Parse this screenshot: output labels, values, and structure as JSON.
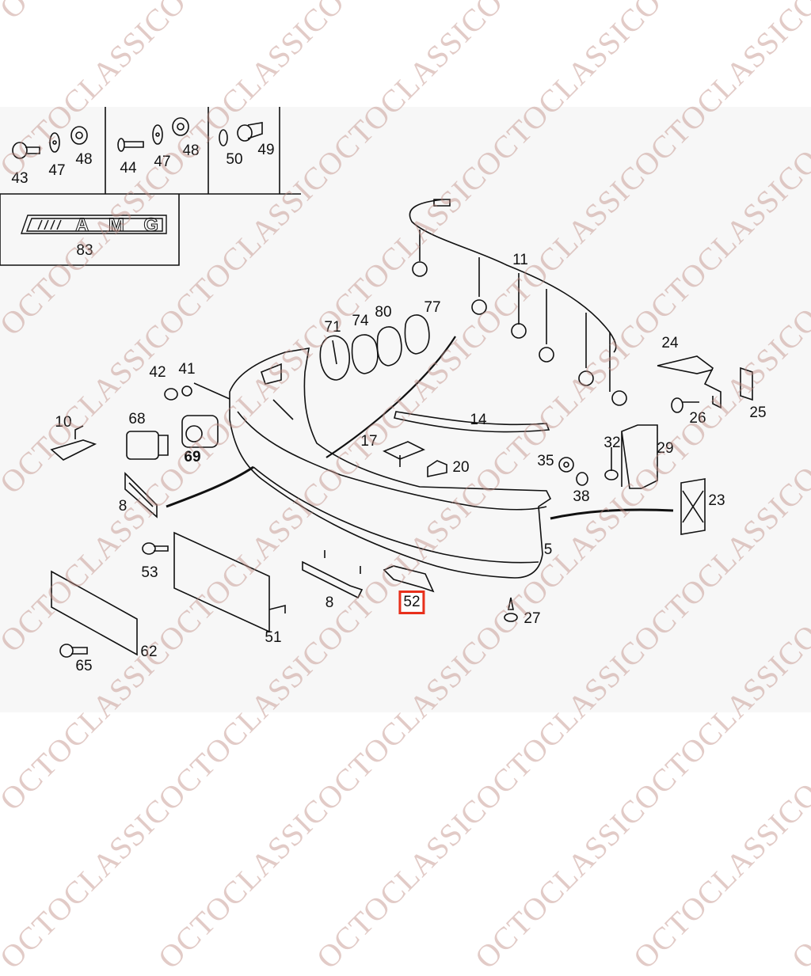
{
  "watermark": "OCTOCLASSIC",
  "highlight_color": "#e8301c",
  "hardware_boxes": [
    {
      "labels": [
        "43",
        "47",
        "48"
      ]
    },
    {
      "labels": [
        "44",
        "47",
        "48"
      ]
    },
    {
      "labels": [
        "50",
        "49"
      ]
    }
  ],
  "emblem": {
    "logo_text": "AMG",
    "label": "83"
  },
  "parts": {
    "p11": "11",
    "p71": "71",
    "p74": "74",
    "p80": "80",
    "p77": "77",
    "p24": "24",
    "p42": "42",
    "p41": "41",
    "p10": "10",
    "p68": "68",
    "p69": "69",
    "p14": "14",
    "p17": "17",
    "p32": "32",
    "p29": "29",
    "p26": "26",
    "p25": "25",
    "p35": "35",
    "p20": "20",
    "p38": "38",
    "p23": "23",
    "p8a": "8",
    "p5": "5",
    "p53": "53",
    "p8b": "8",
    "p52": "52",
    "p27": "27",
    "p51": "51",
    "p62": "62",
    "p65": "65"
  },
  "selected_part": "52"
}
